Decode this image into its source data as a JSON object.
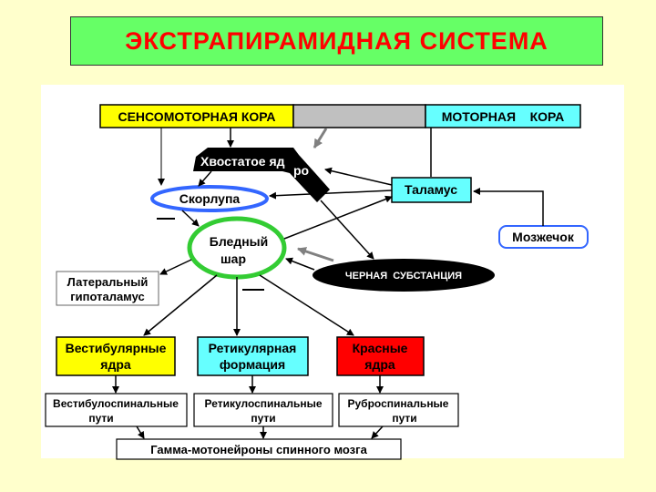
{
  "title": "ЭКСТРАПИРАМИДНАЯ  СИСТЕМА",
  "colors": {
    "title_bg": "#66ff66",
    "title_text": "#ff0000",
    "page_bg": "#ffffcc",
    "sensory_bg": "#ffff00",
    "motor_bg": "#66ffff",
    "gray_bar": "#c0c0c0",
    "putamen_ring": "#3366ff",
    "pallidum_ring": "#33cc33",
    "reticular_bg": "#66ffff",
    "red_nuclei_bg": "#ff0000",
    "vestibular_bg": "#ffff00",
    "cerebellum_border": "#3366ff"
  },
  "nodes": {
    "sensorimotor_cortex": "СЕНСОМОТОРНАЯ КОРА",
    "motor_cortex": "МОТОРНАЯ    КОРА",
    "caudate_a": "Хвостатое яд",
    "caudate_b": "ро",
    "putamen": "Скорлупа",
    "thalamus": "Таламус",
    "cerebellum": "Мозжечок",
    "pallidum_line1": "Бледный",
    "pallidum_line2": "шар",
    "lateral_hypothalamus_line1": "Латеральный",
    "lateral_hypothalamus_line2": "гипоталамус",
    "substantia_nigra": "ЧЕРНАЯ  СУБСТАНЦИЯ",
    "vestibular_nuclei_line1": "Вестибулярные",
    "vestibular_nuclei_line2": "ядра",
    "reticular_formation_line1": "Ретикулярная",
    "reticular_formation_line2": "формация",
    "red_nuclei_line1": "Красные",
    "red_nuclei_line2": "ядра",
    "vestibulospinal_line1": "Вестибулоспинальные",
    "vestibulospinal_line2": "пути",
    "reticulospinal_line1": "Ретикулоспинальные",
    "reticulospinal_line2": "пути",
    "rubrospinal_line1": "Руброспинальные",
    "rubrospinal_line2": "пути",
    "gamma_motoneurons": "Гамма-мотонейроны спинного мозга"
  }
}
